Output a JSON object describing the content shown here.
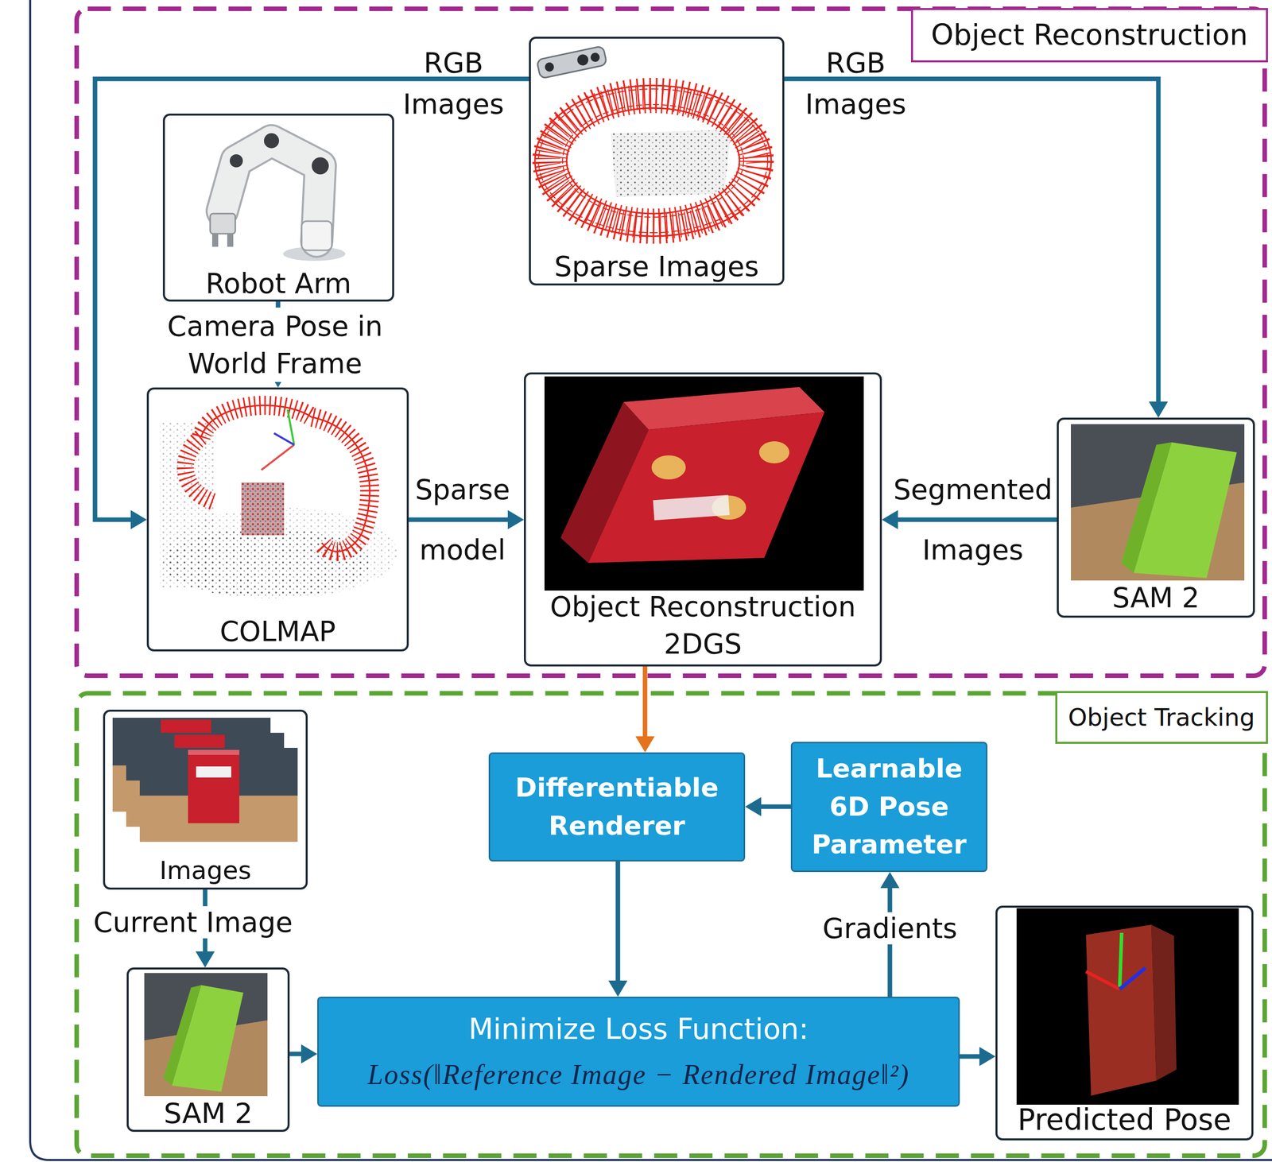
{
  "diagram": {
    "nodes": [
      {
        "text": [
          "Object Reconstruction"
        ]
      },
      {
        "text": [
          "Sparse Images"
        ],
        "in": 0
      },
      {
        "text": [
          "Robot Arm"
        ],
        "in": 0
      },
      {
        "text": [
          "COLMAP"
        ],
        "in": 0
      },
      {
        "text": [
          "Object Reconstruction 2DGS"
        ],
        "in": 0
      },
      {
        "text": [
          "SAM 2"
        ],
        "in": 0
      },
      {
        "text": [
          "Object Tracking"
        ]
      },
      {
        "text": [
          "Images"
        ],
        "in": 6
      },
      {
        "text": [
          "SAM 2"
        ],
        "in": 6
      },
      {
        "text": [
          "Differentiable Renderer"
        ],
        "in": 6
      },
      {
        "text": [
          "Learnable 6D Pose Parameter"
        ],
        "in": 6
      },
      {
        "text": [
          "Minimize Loss Function:",
          "Loss(‖Reference Image − Rendered Image‖²)"
        ],
        "in": 6
      },
      {
        "text": [
          "Predicted Pose"
        ],
        "in": 6
      }
    ],
    "edges": [
      {
        "from": 1,
        "to": 3,
        "label": "RGB Images",
        "arrow": "to"
      },
      {
        "from": 1,
        "to": 5,
        "label": "RGB Images",
        "arrow": "to"
      },
      {
        "from": 2,
        "to": 3,
        "label": "Camera Pose in World Frame",
        "arrow": "to"
      },
      {
        "from": 3,
        "to": 4,
        "label": "Sparse model",
        "arrow": "to"
      },
      {
        "from": 5,
        "to": 4,
        "label": "Segmented Images",
        "arrow": "to"
      },
      {
        "from": 4,
        "to": 9,
        "arrow": "to"
      },
      {
        "from": 10,
        "to": 9,
        "arrow": "to"
      },
      {
        "from": 7,
        "to": 8,
        "label": "Current Image",
        "arrow": "to"
      },
      {
        "from": 8,
        "to": 11,
        "arrow": "to"
      },
      {
        "from": 9,
        "to": 11,
        "arrow": "to"
      },
      {
        "from": 11,
        "to": 10,
        "label": "Gradients",
        "arrow": "to"
      },
      {
        "from": 11,
        "to": 12,
        "arrow": "to"
      }
    ]
  }
}
